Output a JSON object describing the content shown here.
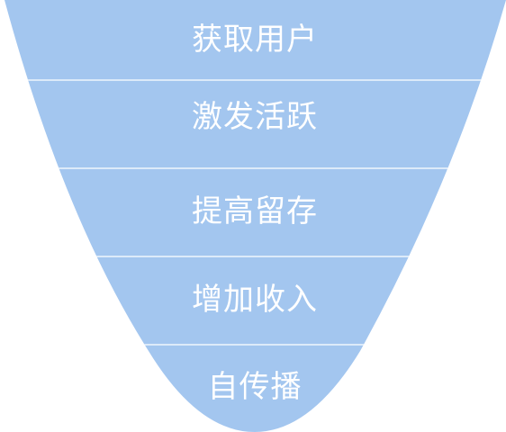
{
  "funnel": {
    "fill_color": "#a3c6ef",
    "divider_color": "#ffffff",
    "label_color": "#ffffff",
    "stages": [
      {
        "label": "获取用户"
      },
      {
        "label": "激发活跃"
      },
      {
        "label": "提高留存"
      },
      {
        "label": "增加收入"
      },
      {
        "label": "自传播"
      }
    ]
  }
}
